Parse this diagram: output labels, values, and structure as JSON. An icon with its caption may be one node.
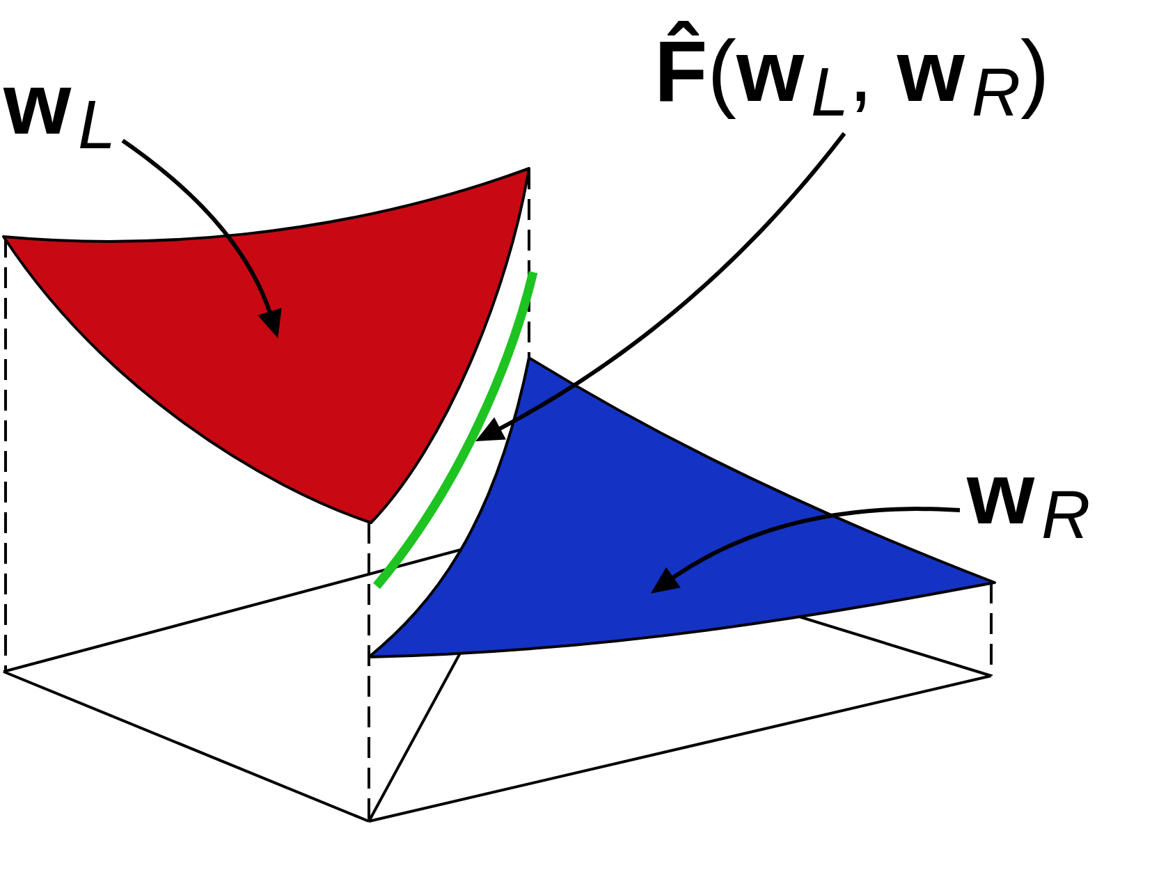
{
  "diagram": {
    "nodes": [
      {
        "text": [
          "**w**$_{L}$"
        ]
      },
      {
        "text": [
          "**F̂**(**w**$_{L}$, **w**$_{R}$)"
        ]
      },
      {
        "text": [
          "**w**$_{R}$"
        ]
      },
      {
        "text": [],
        "shape": "surface"
      },
      {
        "text": [],
        "shape": "curve"
      },
      {
        "text": [],
        "shape": "surface"
      }
    ],
    "edges": [
      {
        "from": 0,
        "to": 3,
        "arrow": "to"
      },
      {
        "from": 1,
        "to": 4,
        "arrow": "to"
      },
      {
        "from": 2,
        "to": 5,
        "arrow": "to"
      }
    ]
  }
}
